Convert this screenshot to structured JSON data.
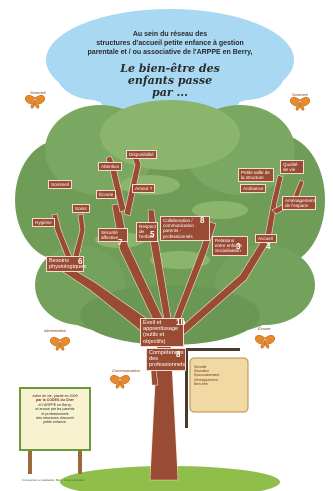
{
  "cloud": {
    "intro_line1": "Au sein du réseau des",
    "intro_line2": "structures d'accueil petite enfance à gestion",
    "intro_line3": "parentale et / ou associative de l'ARPPE en Berry,",
    "headline_line1": "Le bien-être des",
    "headline_line2": "enfants passe",
    "headline_line3": "par ..."
  },
  "branches": {
    "besoins": {
      "label": "Besoins physiologiques",
      "number": "6"
    },
    "sommeil": "Sommeil",
    "soins": "Soins",
    "hygiene": "Hygiène",
    "attention": "Attention",
    "disponibilite": "Disponibilité",
    "ecoute": "Écoute",
    "amour": "Amour ?",
    "securite": {
      "label": "Sécurité affective",
      "number": "7"
    },
    "respect": {
      "label": "Respect de l'enfant",
      "number": "5"
    },
    "collaboration": {
      "label": "Collaboration / communication parents - professionnels",
      "number": "8"
    },
    "relations": {
      "label": "Relations entre enfants Socialisation",
      "number": "3"
    },
    "accueil": {
      "label": "Accueil",
      "number": "4"
    },
    "petite_taille": "Petite taille de la structure",
    "qualite": "Qualité de vie",
    "ambiance": "Ambiance",
    "amenagement": "Aménagement de l'espace",
    "eveil": {
      "label": "Éveil et apprentissage (outils et objectifs)",
      "number": "1b"
    },
    "competences": {
      "label": "Compétences des professionnels",
      "number": "8"
    }
  },
  "butterflies": {
    "left_top": "Sommeil",
    "right_top": "Sommeil",
    "left_mid": "Alimentation",
    "right_mid": "Écoute",
    "center": "Communication"
  },
  "sign": {
    "item1": "Sécurité",
    "item2": "Éducation",
    "item3": "Épanouissement",
    "item4": "Développement",
    "item5": "Bien-être"
  },
  "panel": {
    "line1": "Arbre de vie, planté en 2009",
    "line2": "par la CODES du Cher",
    "line3": "et l'ARPPE en Berry,",
    "line4": "et arrosé par les parents",
    "line5": "et professionnels",
    "line6": "des structures d'accueil",
    "line7": "petite enfance."
  },
  "credit": "Conception et réalisation Berry Communication",
  "colors": {
    "branch": "#9a4b33",
    "leaves": "#6f9d58",
    "leaves_light": "#8bb56c",
    "cloud": "#a9d8f3",
    "grass": "#8fbf4a",
    "butterfly": "#e88a2a"
  }
}
